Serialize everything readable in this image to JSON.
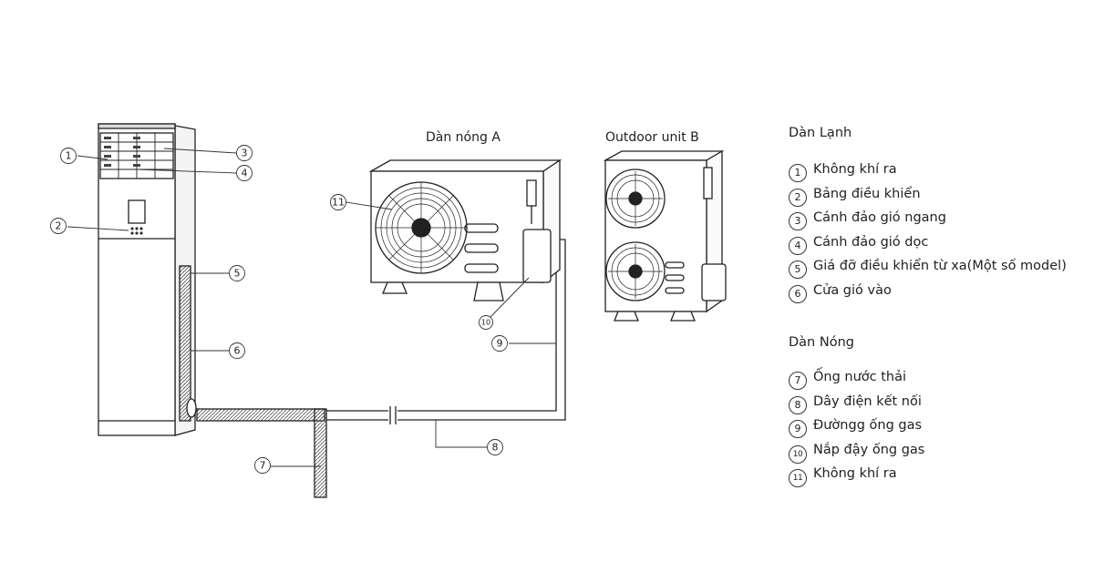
{
  "titles": {
    "unit_a": "Dàn nóng A",
    "unit_b": "Outdoor unit B"
  },
  "legend": {
    "indoor_title": "Dàn Lạnh",
    "outdoor_title": "Dàn Nóng",
    "indoor_items": [
      {
        "num": "1",
        "text": "Không khí ra"
      },
      {
        "num": "2",
        "text": "Bảng điều khiển"
      },
      {
        "num": "3",
        "text": "Cánh đảo gió ngang"
      },
      {
        "num": "4",
        "text": "Cánh đảo gió dọc"
      },
      {
        "num": "5",
        "text": "Giá đỡ điều khiển từ xa(Một số model)"
      },
      {
        "num": "6",
        "text": "Cửa gió vào"
      }
    ],
    "outdoor_items": [
      {
        "num": "7",
        "text": "Ống nước thải"
      },
      {
        "num": "8",
        "text": "Dây điện kết nối"
      },
      {
        "num": "9",
        "text": "Đườngg ống gas"
      },
      {
        "num": "10",
        "text": "Nắp đậy ống gas"
      },
      {
        "num": "11",
        "text": "Không khí ra"
      }
    ]
  },
  "callouts": [
    "1",
    "2",
    "3",
    "4",
    "5",
    "6",
    "7",
    "8",
    "9",
    "10",
    "11"
  ]
}
